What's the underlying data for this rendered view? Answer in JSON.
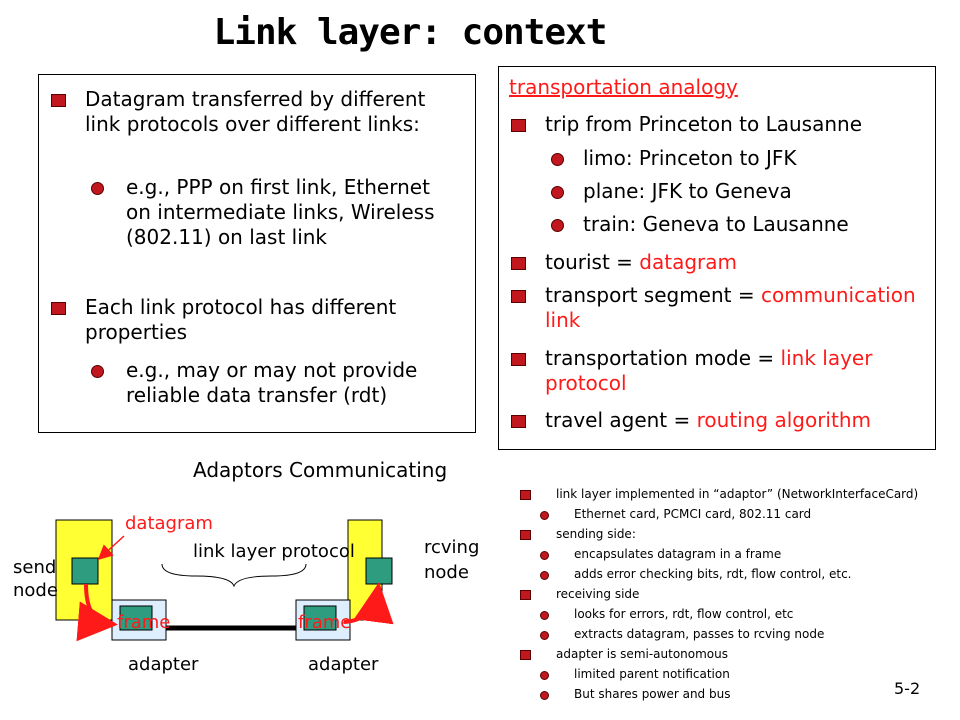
{
  "title": "Link layer: context",
  "left_box": {
    "items": [
      {
        "level": 1,
        "text": "Datagram transferred by different link protocols over different links:"
      },
      {
        "level": 2,
        "text": "e.g., PPP on first link, Ethernet on intermediate links, Wireless (802.11) on last link"
      },
      {
        "level": 1,
        "text": "Each  link protocol has different properties"
      },
      {
        "level": 2,
        "text": "e.g., may or may not provide reliable data transfer (rdt)"
      }
    ]
  },
  "right_box": {
    "heading": "transportation analogy",
    "trip": "trip from Princeton to Lausanne",
    "legs": [
      "limo: Princeton to JFK",
      "plane: JFK to Geneva",
      "train: Geneva to Lausanne"
    ],
    "mappings": [
      {
        "term": "tourist = ",
        "value": "datagram"
      },
      {
        "term": "transport segment = ",
        "value": "communication link"
      },
      {
        "term": "transportation mode = ",
        "value": "link layer protocol"
      },
      {
        "term": "travel agent = ",
        "value": "routing algorithm"
      }
    ]
  },
  "diagram": {
    "heading": "Adaptors Communicating",
    "datagram": "datagram",
    "link_protocol": "link layer protocol",
    "sending_node": "sending node",
    "sending_node_l1": "sendi",
    "sending_node_l2": "node",
    "rcving_node_l1": "rcving",
    "rcving_node_l2": "node",
    "frame_left": "frame",
    "frame_right": "frame",
    "adapter_left": "adapter",
    "adapter_right": "adapter",
    "colors": {
      "node": "#ffff33",
      "adapter": "#ddeeff",
      "inner": "#2e9c7e",
      "arrow": "#ff1a1a"
    }
  },
  "small_list": [
    {
      "level": 1,
      "text": "link layer implemented in “adaptor” (NetworkInterfaceCard)"
    },
    {
      "level": 2,
      "text": "Ethernet card, PCMCI card, 802.11 card"
    },
    {
      "level": 1,
      "text": "sending side:"
    },
    {
      "level": 2,
      "text": "encapsulates datagram in a frame"
    },
    {
      "level": 2,
      "text": "adds error checking bits, rdt, flow control, etc."
    },
    {
      "level": 1,
      "text": "receiving side"
    },
    {
      "level": 2,
      "text": "looks for errors, rdt, flow control, etc"
    },
    {
      "level": 2,
      "text": "extracts datagram, passes to rcving node"
    },
    {
      "level": 1,
      "text": "adapter is semi-autonomous"
    },
    {
      "level": 2,
      "text": "limited parent notification"
    },
    {
      "level": 2,
      "text": "But shares power and bus"
    }
  ],
  "page_number": "5-2"
}
